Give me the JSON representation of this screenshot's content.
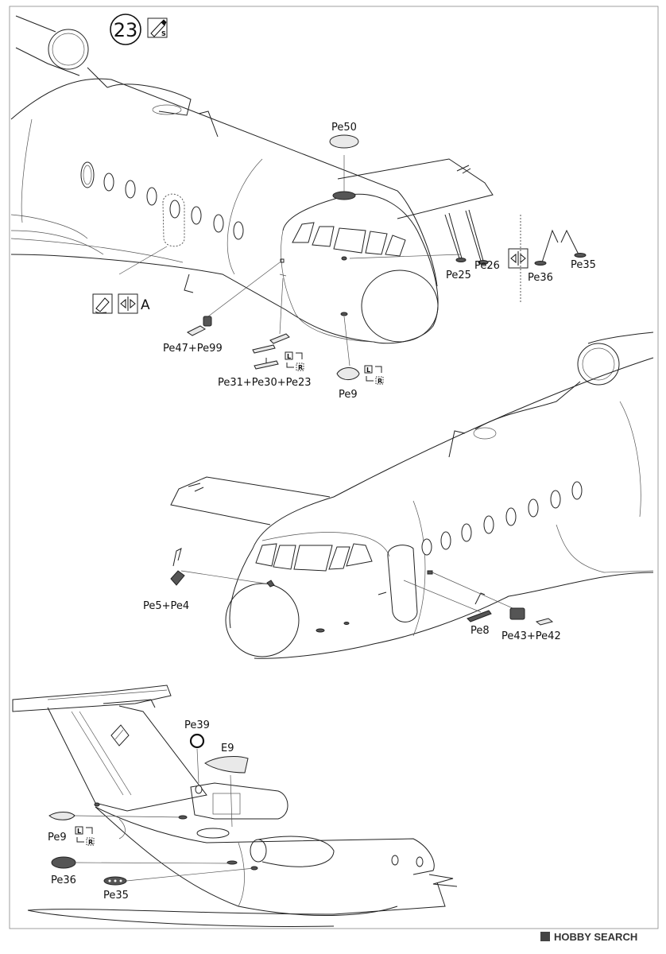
{
  "step": {
    "number": "23",
    "letter_a": "A"
  },
  "view1": {
    "labels": {
      "pe50": "Pe50",
      "pe25": "Pe25",
      "pe26": "Pe26",
      "pe36": "Pe36",
      "pe35": "Pe35",
      "pe47_pe99": "Pe47+Pe99",
      "pe31_pe30_pe23": "Pe31+Pe30+Pe23",
      "pe9": "Pe9"
    }
  },
  "view2": {
    "labels": {
      "pe5_pe4": "Pe5+Pe4",
      "pe8": "Pe8",
      "pe43_pe42": "Pe43+Pe42"
    }
  },
  "view3": {
    "labels": {
      "pe39": "Pe39",
      "e9": "E9",
      "pe9": "Pe9",
      "pe36": "Pe36",
      "pe35": "Pe35"
    }
  },
  "icons": {
    "left_tag": "L",
    "right_tag": "R",
    "small_s": "S",
    "names": [
      "glue-tube-icon",
      "brush-paint-icon",
      "symmetry-icon",
      "left-right-flip-icon"
    ]
  },
  "watermark": {
    "text": "HOBBY SEARCH"
  }
}
